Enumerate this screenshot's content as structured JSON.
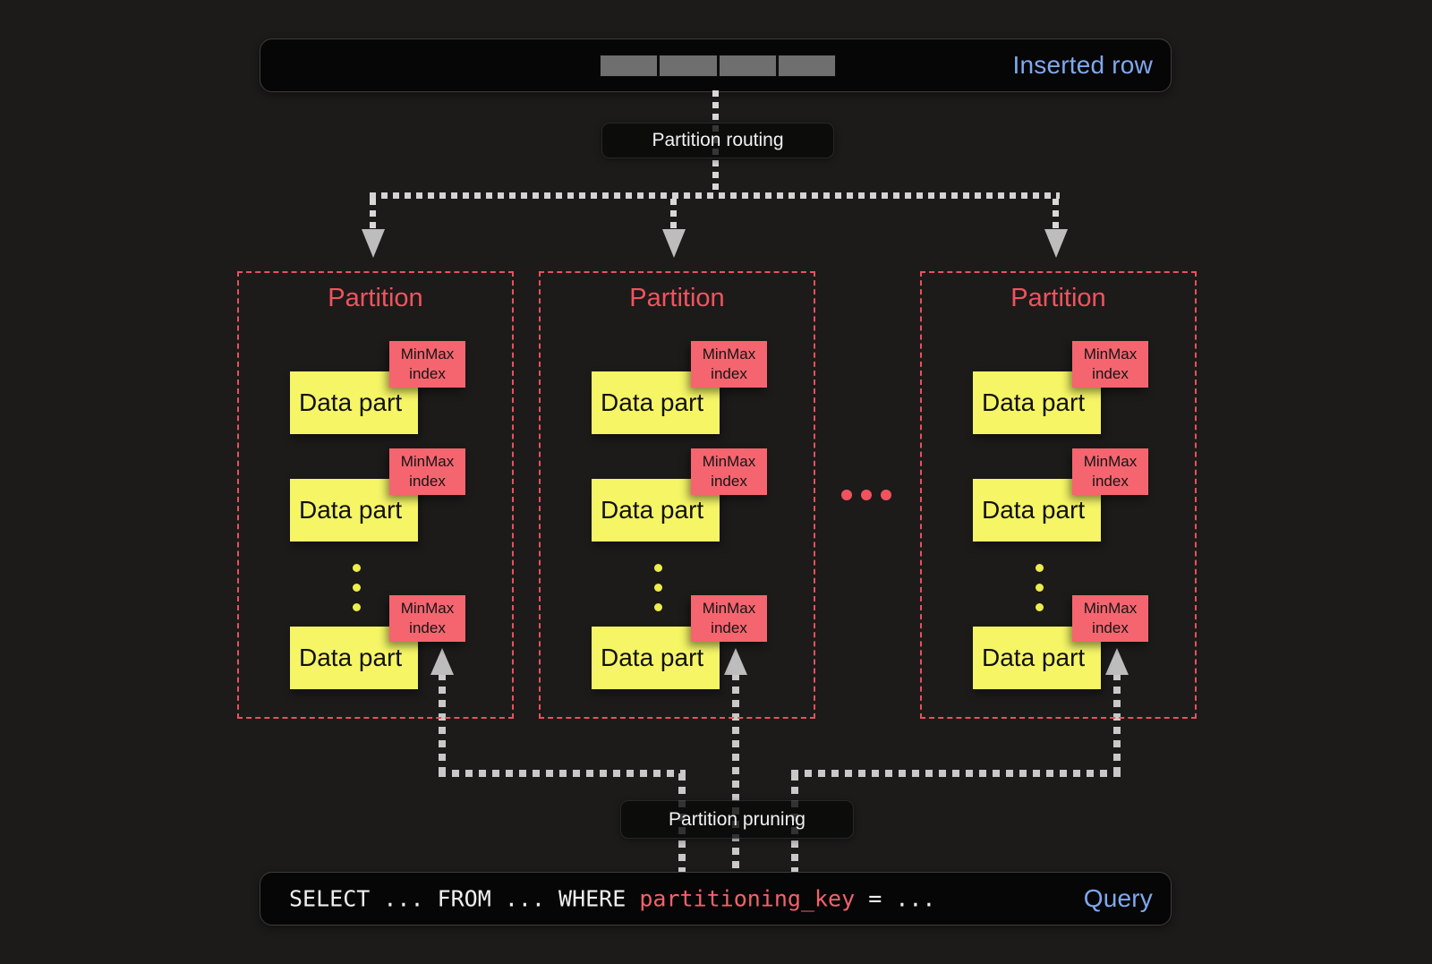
{
  "inserted_row": {
    "label": "Inserted row",
    "segment_count": 4
  },
  "routing": {
    "label": "Partition routing"
  },
  "pruning": {
    "label": "Partition pruning"
  },
  "partitions": [
    {
      "title": "Partition"
    },
    {
      "title": "Partition"
    },
    {
      "title": "Partition"
    }
  ],
  "part_labels": {
    "data_part": "Data part",
    "minmax_index": "MinMax index"
  },
  "query": {
    "sql_prefix": "SELECT ... FROM ... WHERE ",
    "sql_key": "partitioning_key",
    "sql_suffix": " = ...",
    "label": "Query"
  },
  "colors": {
    "background": "#1c1b1a",
    "partition_red": "#f2525f",
    "minmax_bg": "#f5656f",
    "data_part_yellow": "#f5f566",
    "label_blue": "#7fa9ef",
    "sql_key_red": "#f2626c",
    "arrow_gray": "#c9c9c9"
  }
}
